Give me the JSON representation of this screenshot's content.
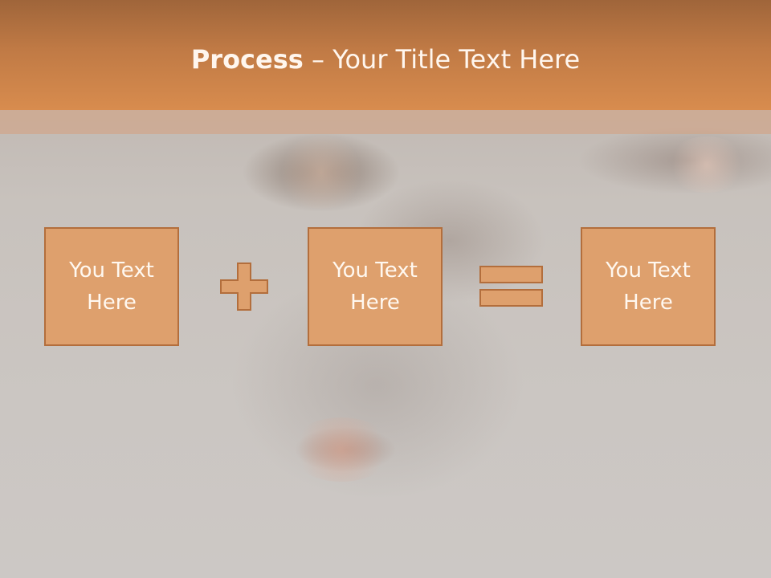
{
  "slide": {
    "title_bold": "Process",
    "title_rest": " – Your Title Text Here"
  },
  "process": {
    "boxes": [
      {
        "text": "You Text Here"
      },
      {
        "text": "You Text Here"
      },
      {
        "text": "You Text Here"
      }
    ],
    "operators": [
      "plus-icon",
      "equals-icon"
    ]
  },
  "colors": {
    "header_orange": "#d88c4e",
    "box_fill": "#dea06d",
    "box_border": "#b36e3c",
    "text_light": "#fff8f0"
  }
}
